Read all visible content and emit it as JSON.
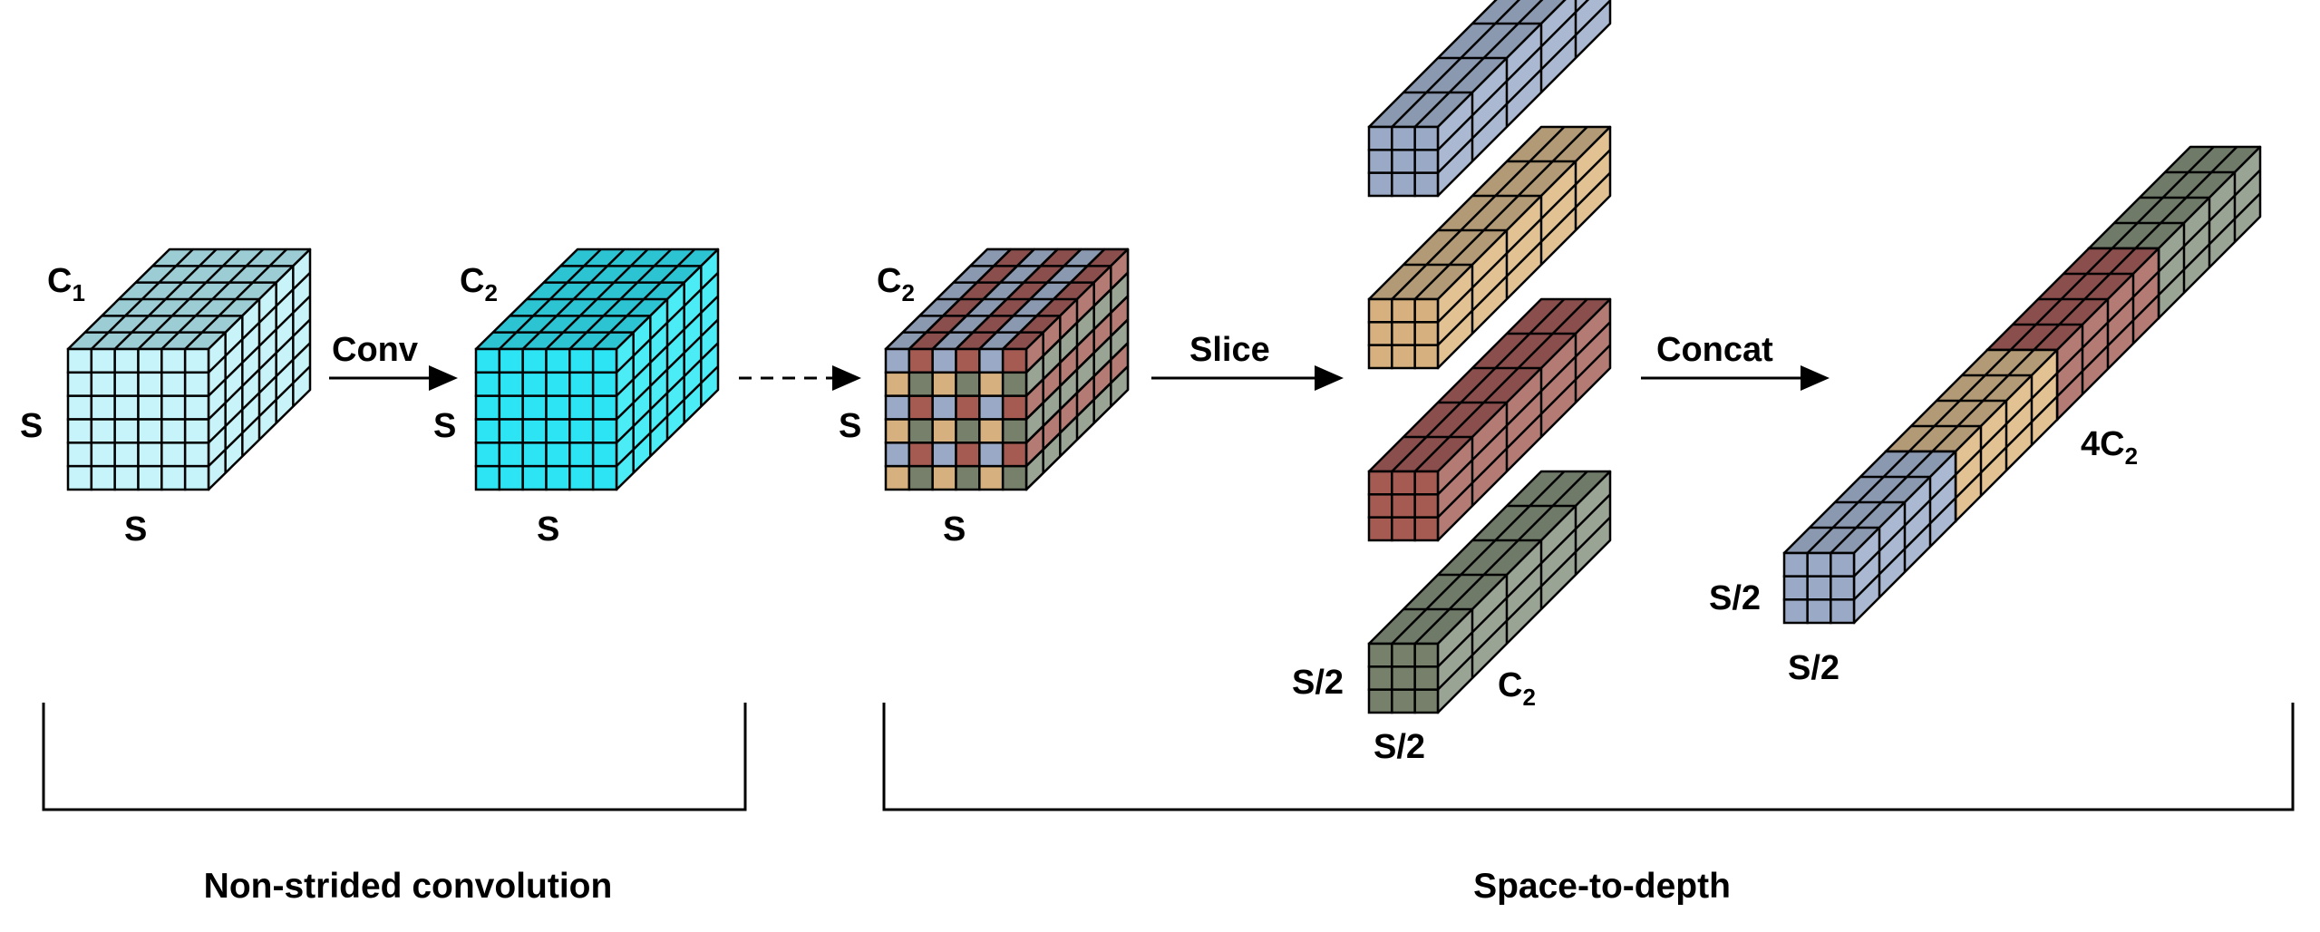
{
  "labels": {
    "c1": "C",
    "c1_sub": "1",
    "s": "S",
    "conv": "Conv",
    "c2": "C",
    "c2_sub": "2",
    "slice": "Slice",
    "concat": "Concat",
    "half": "S/2",
    "four": "4C",
    "four_sub": "2",
    "section_left": "Non-strided convolution",
    "section_right": "Space-to-depth"
  },
  "colors": {
    "input_front": "#c6f4fa",
    "input_top": "#9ccdd5",
    "input_side": "#c8f3f8",
    "conv_front": "#2de4f4",
    "conv_top": "#2cc3d2",
    "conv_side": "#4cecf6",
    "blue_front": "#9aa9c6",
    "blue_top": "#8a98b0",
    "blue_side": "#aab9d1",
    "tan_front": "#d6b07e",
    "tan_top": "#b39a76",
    "tan_side": "#e2c293",
    "red_front": "#a55a52",
    "red_top": "#8a4e4c",
    "red_side": "#b47b74",
    "green_front": "#76806b",
    "green_top": "#6f7a68",
    "green_side": "#9aa494",
    "line": "#000000"
  }
}
